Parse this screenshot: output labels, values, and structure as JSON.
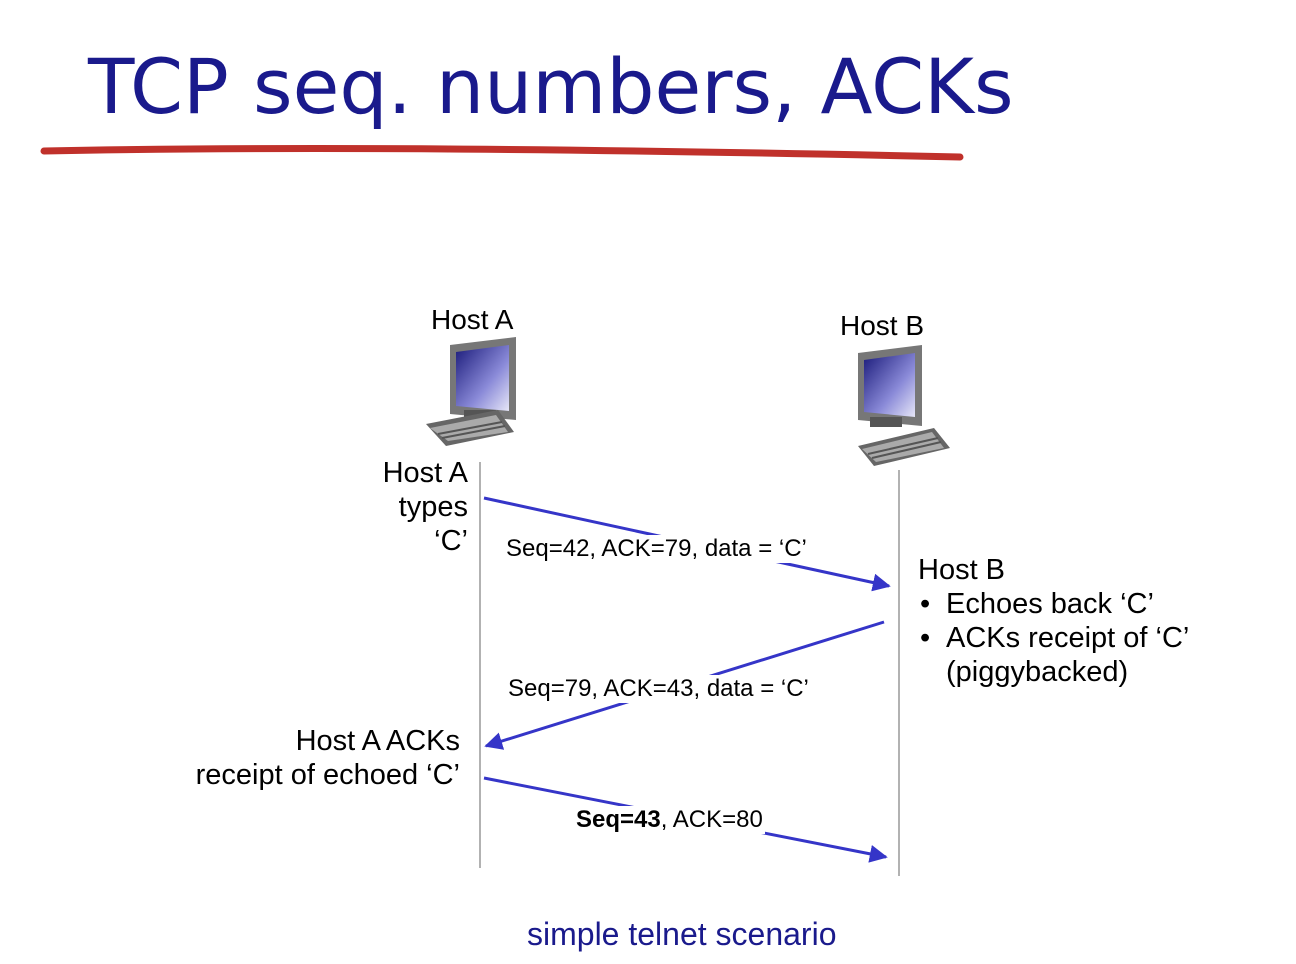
{
  "slide": {
    "title": "TCP seq. numbers, ACKs",
    "caption": "simple telnet scenario"
  },
  "hosts": {
    "a_label": "Host A",
    "b_label": "Host B"
  },
  "annotations": {
    "a_types_lines": [
      "Host A",
      "types",
      "‘C’"
    ],
    "b_title": "Host B",
    "b_bullets": [
      "Echoes back  ‘C’",
      "ACKs receipt of  ‘C’"
    ],
    "b_bullet_continuation": "(piggybacked)",
    "a_acks_lines": [
      "Host A ACKs",
      "receipt of echoed ‘C’"
    ]
  },
  "messages": [
    {
      "text": "Seq=42, ACK=79, data =  ‘C’",
      "direction": "A-to-B"
    },
    {
      "text": "Seq=79, ACK=43, data =  ‘C’",
      "direction": "B-to-A"
    },
    {
      "bold_part": "Seq=43",
      "rest": ", ACK=80",
      "direction": "A-to-B"
    }
  ],
  "colors": {
    "title": "#1a1a8c",
    "arrow": "#3535c8",
    "underline": "#c0312b",
    "timeline": "#999999"
  }
}
